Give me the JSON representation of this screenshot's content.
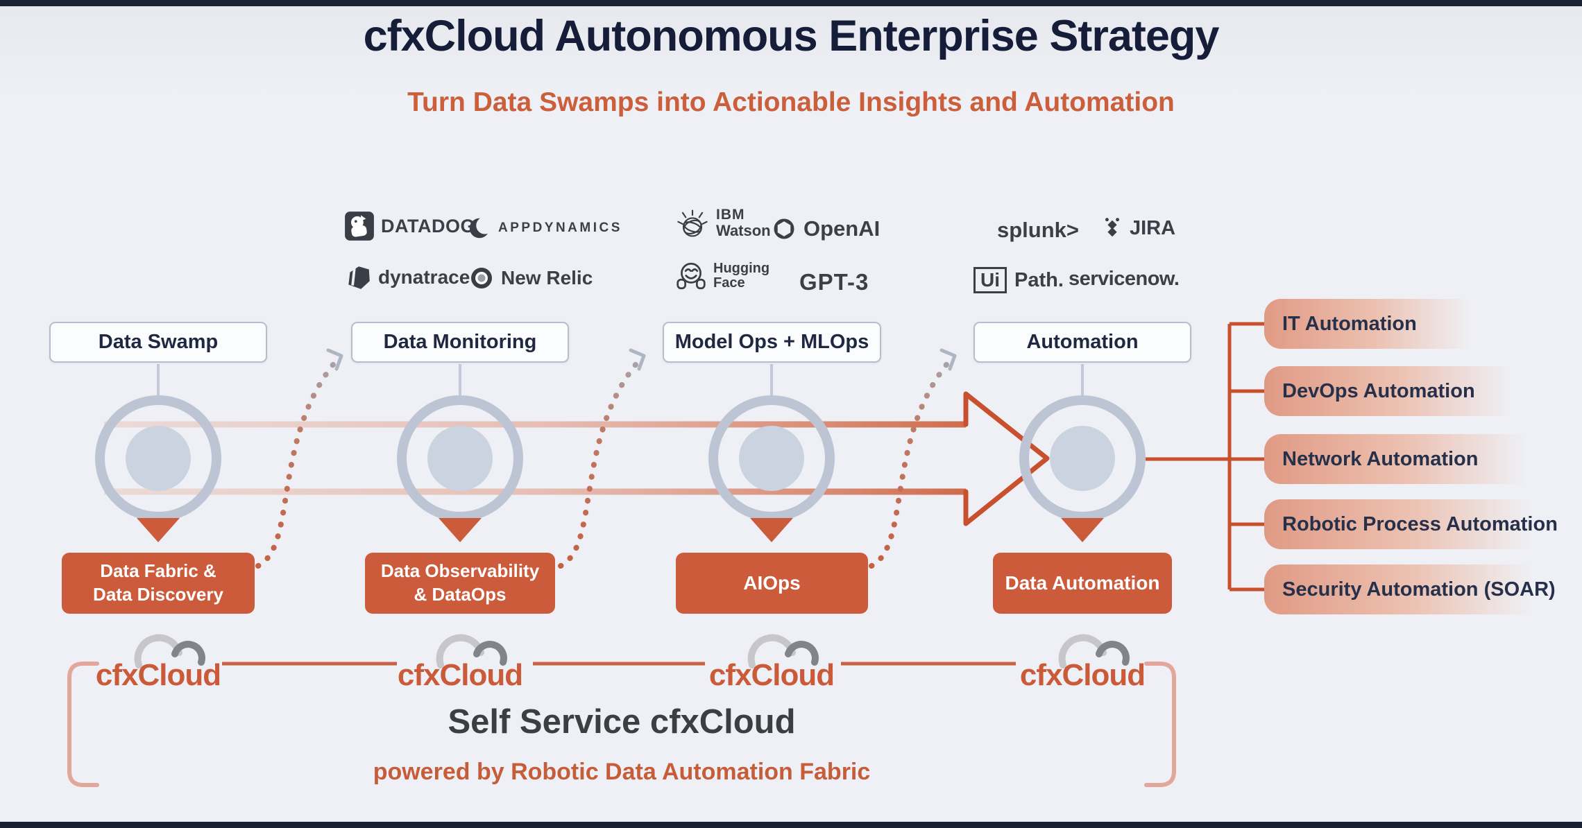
{
  "header": {
    "title": "cfxCloud Autonomous Enterprise Strategy",
    "subtitle": "Turn Data Swamps into Actionable Insights and Automation"
  },
  "stages": [
    {
      "name": "Data Swamp",
      "tool": "Data Fabric &\nData Discovery"
    },
    {
      "name": "Data Monitoring",
      "tool": "Data Observability\n& DataOps"
    },
    {
      "name": "Model Ops + MLOps",
      "tool": "AIOps"
    },
    {
      "name": "Automation",
      "tool": "Data Automation"
    }
  ],
  "vendors": {
    "datadog": "DATADOG",
    "appdynamics": "APPDYNAMICS",
    "dynatrace": "dynatrace",
    "newrelic": "New Relic",
    "ibm": "IBM",
    "watson": "Watson",
    "openai": "OpenAI",
    "huggingface_line1": "Hugging",
    "huggingface_line2": "Face",
    "gpt3": "GPT-3",
    "splunk": "splunk>",
    "jira": "JIRA",
    "uipath_ui": "Ui",
    "uipath_path": "Path.",
    "servicenow": "servicenow."
  },
  "outputs": [
    {
      "label": "IT Automation"
    },
    {
      "label": "DevOps Automation"
    },
    {
      "label": "Network Automation"
    },
    {
      "label": "Robotic Process Automation"
    },
    {
      "label": "Security Automation (SOAR)"
    }
  ],
  "footer": {
    "brand": "cfxCloud",
    "title": "Self Service cfxCloud",
    "subtitle": "powered by Robotic Data Automation Fabric"
  },
  "colors": {
    "accent_orange": "#cc5b3c",
    "line_orange": "#c8502f",
    "salmon": "#e2a18d",
    "navy": "#151d38",
    "ring_gray": "#bdc5d4"
  }
}
